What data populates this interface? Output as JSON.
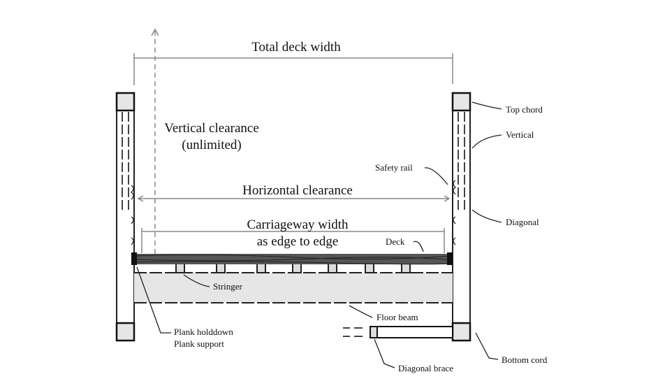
{
  "dimensions": {
    "total_deck_width": "Total deck width",
    "vertical_clearance": [
      "Vertical clearance",
      "(unlimited)"
    ],
    "horizontal_clearance": "Horizontal clearance",
    "carriageway_width": [
      "Carriageway width",
      "as edge to edge"
    ]
  },
  "labels": {
    "top_chord": "Top chord",
    "vertical": "Vertical",
    "safety_rail": "Safety rail",
    "diagonal": "Diagonal",
    "deck": "Deck",
    "stringer": "Stringer",
    "floor_beam": "Floor beam",
    "plank_holddown": "Plank holddown",
    "plank_support": "Plank support",
    "bottom_cord": "Bottom cord",
    "diagonal_brace": "Diagonal brace"
  }
}
